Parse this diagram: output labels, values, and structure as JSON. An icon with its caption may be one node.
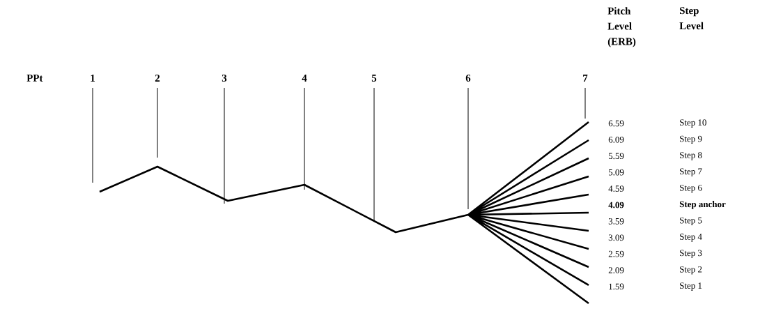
{
  "diagram": {
    "labels": [
      "Pitch Level (ERB)",
      "Step Level",
      "PPt",
      "1",
      "2",
      "3",
      "4",
      "5",
      "6",
      "7",
      "6.59",
      "Step 10",
      "6.09",
      "Step 9",
      "5.59",
      "Step 8",
      "5.09",
      "Step 7",
      "4.59",
      "Step 6",
      "4.09",
      "Step anchor",
      "3.59",
      "Step 5",
      "3.09",
      "Step 4",
      "2.59",
      "Step 3",
      "2.09",
      "Step 2",
      "1.59",
      "Step 1"
    ]
  }
}
